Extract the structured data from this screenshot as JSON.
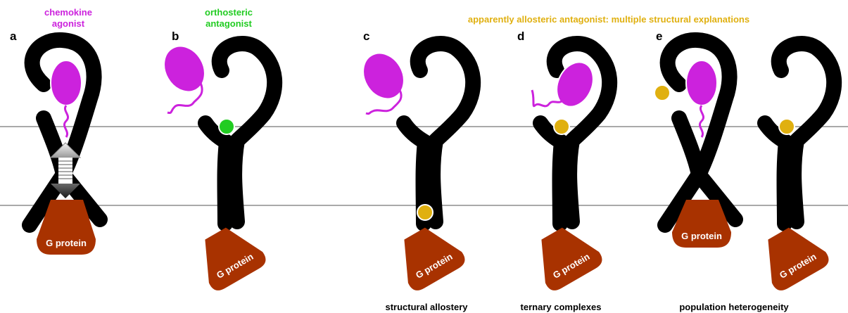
{
  "colors": {
    "chemokine": "#cc22dd",
    "orthosteric": "#22cc22",
    "allosteric": "#e0b010",
    "g_protein": "#a83200",
    "receptor": "#000000",
    "membrane": "#a9a9a9"
  },
  "panels": {
    "a": {
      "letter": "a",
      "heading_line1": "chemokine",
      "heading_line2": "agonist",
      "g_protein_label": "G protein"
    },
    "b": {
      "letter": "b",
      "heading_line1": "orthosteric",
      "heading_line2": "antagonist",
      "g_protein_label": "G protein"
    },
    "c": {
      "letter": "c",
      "caption": "structural allostery",
      "g_protein_label": "G protein"
    },
    "d": {
      "letter": "d",
      "caption": "ternary complexes",
      "g_protein_label": "G protein"
    },
    "e": {
      "letter": "e",
      "caption": "population heterogeneity",
      "g_protein_label_1": "G protein",
      "g_protein_label_2": "G protein"
    }
  },
  "allosteric_heading": "apparently allosteric antagonist: multiple structural explanations",
  "icons": [
    "double-arrow-icon"
  ]
}
